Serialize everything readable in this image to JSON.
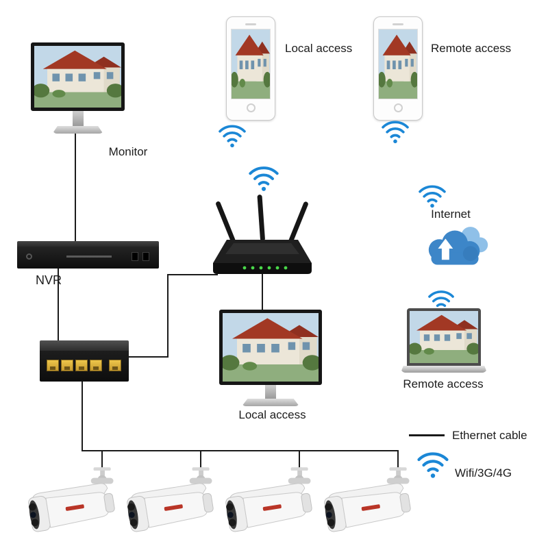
{
  "labels": {
    "monitor": "Monitor",
    "phone_local": "Local access",
    "phone_remote": "Remote access",
    "internet": "Internet",
    "nvr": "NVR",
    "desktop_local": "Local access",
    "laptop_remote": "Remote access",
    "legend_ethernet": "Ethernet cable",
    "legend_wifi": "Wifi/3G/4G"
  },
  "colors": {
    "wifi_blue": "#1b87d6",
    "cloud_blue": "#3d86c8",
    "cloud_light": "#8fc0e8",
    "switch_port_yellow": "#e0b33e",
    "cable_black": "#1a1a1a",
    "camera_logo_red": "#b93527",
    "router_led_green": "#49d84a"
  },
  "icons": {
    "wifi": "wifi-signal-icon",
    "cloud": "internet-cloud-icon",
    "upload_arrow": "upload-arrow-icon"
  }
}
